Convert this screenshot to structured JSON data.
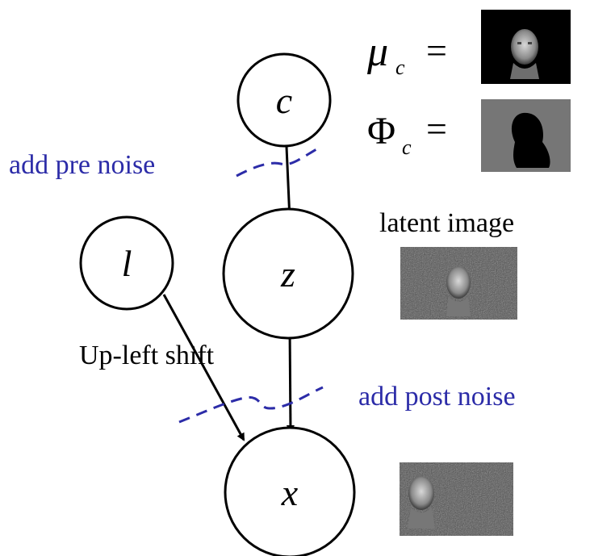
{
  "nodes": {
    "c": "c",
    "l": "l",
    "z": "z",
    "x": "x"
  },
  "equations": {
    "mu_symbol": "μ",
    "mu_subscript": "c",
    "phi_symbol": "Φ",
    "phi_subscript": "c",
    "equals": "="
  },
  "labels": {
    "add_pre_noise": "add pre noise",
    "latent_image": "latent image",
    "up_left_shift": "Up-left shift",
    "add_post_noise": "add post noise"
  },
  "colors": {
    "noise_line": "#2c2ca8",
    "phi_background": "#767676",
    "mu_background": "#000000"
  }
}
